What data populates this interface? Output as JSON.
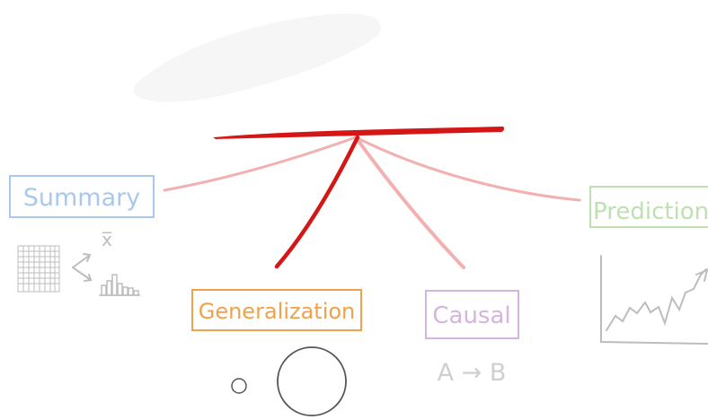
{
  "diagram": {
    "nodes": {
      "summary": {
        "label": "Summary",
        "symbol": "x̅",
        "color": "#a9c8ee"
      },
      "generalization": {
        "label": "Generalization",
        "color": "#f0a24a"
      },
      "causal": {
        "label": "Causal",
        "symbol": "A → B",
        "color": "#d7b3df"
      },
      "prediction": {
        "label": "Prediction",
        "color": "#bfe0b0"
      }
    },
    "colors": {
      "bar": "#d41616",
      "main_branch": "#d41616",
      "faint_branch": "#f2b0b0",
      "smudge": "#f6f6f6",
      "icons": "#bdbdbd",
      "circles": "#555555"
    },
    "icons": [
      "grid-icon",
      "arrows-icon",
      "histogram-icon",
      "line-chart-icon",
      "circle-small-icon",
      "circle-large-icon"
    ]
  }
}
